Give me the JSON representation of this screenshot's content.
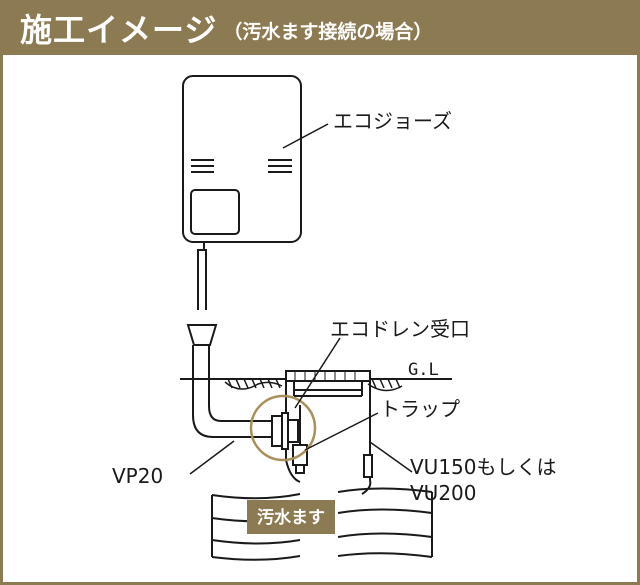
{
  "header": {
    "title": "施工イメージ",
    "subtitle": "（汚水ます接続の場合）"
  },
  "labels": {
    "ecojozu": "エコジョーズ",
    "drain_receiver": "エコドレン受口",
    "ground_level": "G.L",
    "trap": "トラップ",
    "pipe_vp": "VP20",
    "pipe_vu_line1": "VU150もしくは",
    "pipe_vu_line2": "VU200",
    "sewer_box": "汚水ます"
  },
  "colors": {
    "accent": "#8c7a52",
    "line": "#1a1a1a"
  }
}
